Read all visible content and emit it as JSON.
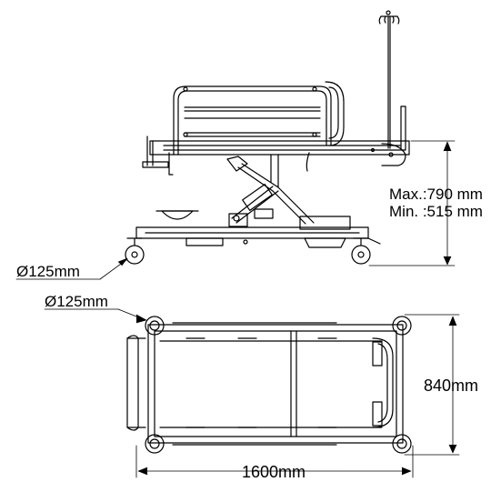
{
  "dimensions": {
    "height_max": "Max.:790 mm",
    "height_min": "Min. :515 mm",
    "castor_diameter_side": "Ø125mm",
    "castor_diameter_plan": "Ø125mm",
    "width": "840mm",
    "length": "1600mm"
  },
  "colors": {
    "line": "#000000",
    "background": "#ffffff"
  }
}
